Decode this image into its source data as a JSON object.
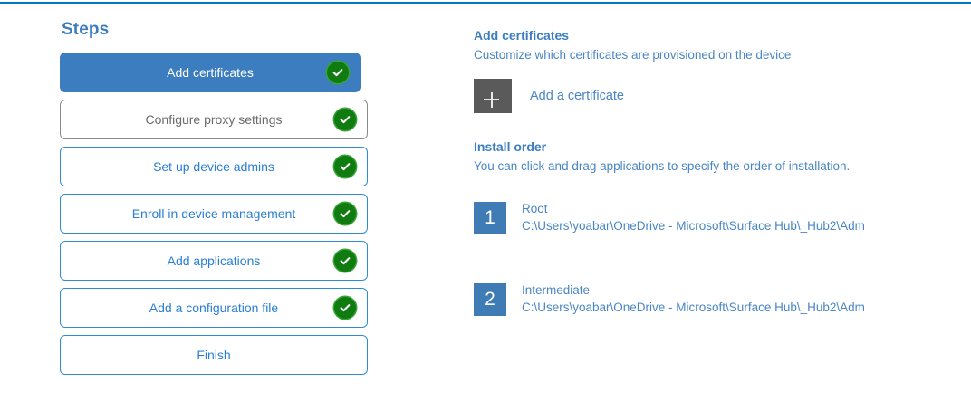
{
  "accent": {
    "rule": "#0078c8",
    "primary_blue": "#3b7dbf",
    "link_blue": "#4a86c5",
    "complete_green": "#107c10",
    "tile_gray": "#5a5a5a"
  },
  "steps_panel": {
    "title": "Steps",
    "items": [
      {
        "label": "Add certificates",
        "state": "active",
        "completed": true
      },
      {
        "label": "Configure proxy settings",
        "state": "muted",
        "completed": true
      },
      {
        "label": "Set up device admins",
        "state": "outlined",
        "completed": true
      },
      {
        "label": "Enroll in device management",
        "state": "outlined",
        "completed": true
      },
      {
        "label": "Add applications",
        "state": "outlined",
        "completed": true
      },
      {
        "label": "Add a configuration file",
        "state": "outlined",
        "completed": true
      },
      {
        "label": "Finish",
        "state": "outlined",
        "completed": false
      }
    ]
  },
  "detail": {
    "heading": "Add certificates",
    "subheading": "Customize which certificates are provisioned on the device",
    "add_certificate_label": "Add a certificate",
    "plus_icon": "plus-icon",
    "install_order": {
      "heading": "Install order",
      "subheading": "You can click and drag applications to specify the order of installation.",
      "items": [
        {
          "number": "1",
          "name": "Root",
          "path": "C:\\Users\\yoabar\\OneDrive - Microsoft\\Surface Hub\\_Hub2\\Adm"
        },
        {
          "number": "2",
          "name": "Intermediate",
          "path": "C:\\Users\\yoabar\\OneDrive - Microsoft\\Surface Hub\\_Hub2\\Adm"
        }
      ]
    }
  }
}
